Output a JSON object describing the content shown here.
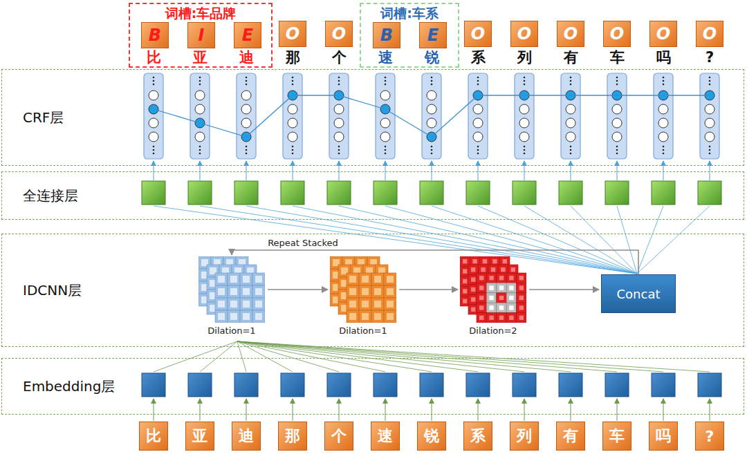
{
  "diagram": {
    "nodes": [
      {
        "text": [
          "词槽:车品牌"
        ]
      },
      {
        "text": [
          "B"
        ],
        "in": 0
      },
      {
        "text": [
          "I"
        ],
        "in": 0
      },
      {
        "text": [
          "E"
        ],
        "in": 0
      },
      {
        "text": [
          "O"
        ]
      },
      {
        "text": [
          "O"
        ]
      },
      {
        "text": [
          "词槽:车系"
        ]
      },
      {
        "text": [
          "B"
        ],
        "in": 6
      },
      {
        "text": [
          "E"
        ],
        "in": 6
      },
      {
        "text": [
          "O"
        ]
      },
      {
        "text": [
          "O"
        ]
      },
      {
        "text": [
          "O"
        ]
      },
      {
        "text": [
          "O"
        ]
      },
      {
        "text": [
          "O"
        ]
      },
      {
        "text": [
          "O"
        ]
      },
      {
        "text": [
          "CRF层"
        ]
      },
      {
        "text": [
          "全连接层"
        ]
      },
      {
        "text": [
          "IDCNN层"
        ]
      },
      {
        "text": [
          "Dilation=1"
        ],
        "in": 17
      },
      {
        "text": [
          "Dilation=1"
        ],
        "in": 17
      },
      {
        "text": [
          "Dilation=2"
        ],
        "in": 17
      },
      {
        "text": [
          "Concat"
        ],
        "in": 17
      },
      {
        "text": [
          "Embedding层"
        ]
      },
      {
        "text": [
          "比"
        ]
      },
      {
        "text": [
          "亚"
        ]
      },
      {
        "text": [
          "迪"
        ]
      },
      {
        "text": [
          "那"
        ]
      },
      {
        "text": [
          "个"
        ]
      },
      {
        "text": [
          "速"
        ]
      },
      {
        "text": [
          "锐"
        ]
      },
      {
        "text": [
          "系"
        ]
      },
      {
        "text": [
          "列"
        ]
      },
      {
        "text": [
          "有"
        ]
      },
      {
        "text": [
          "车"
        ]
      },
      {
        "text": [
          "吗"
        ]
      },
      {
        "text": [
          "?"
        ]
      }
    ],
    "edges": [
      {
        "from": 18,
        "to": 19,
        "arrow": "to"
      },
      {
        "from": 19,
        "to": 20,
        "arrow": "to"
      },
      {
        "from": 20,
        "to": 21,
        "arrow": "to"
      },
      {
        "from": 21,
        "to": 18,
        "label": "Repeat Stacked",
        "arrow": "to"
      }
    ],
    "labels": [
      "比",
      "亚",
      "迪",
      "那",
      "个",
      "速",
      "锐",
      "系",
      "列",
      "有",
      "车",
      "吗",
      "?"
    ]
  }
}
